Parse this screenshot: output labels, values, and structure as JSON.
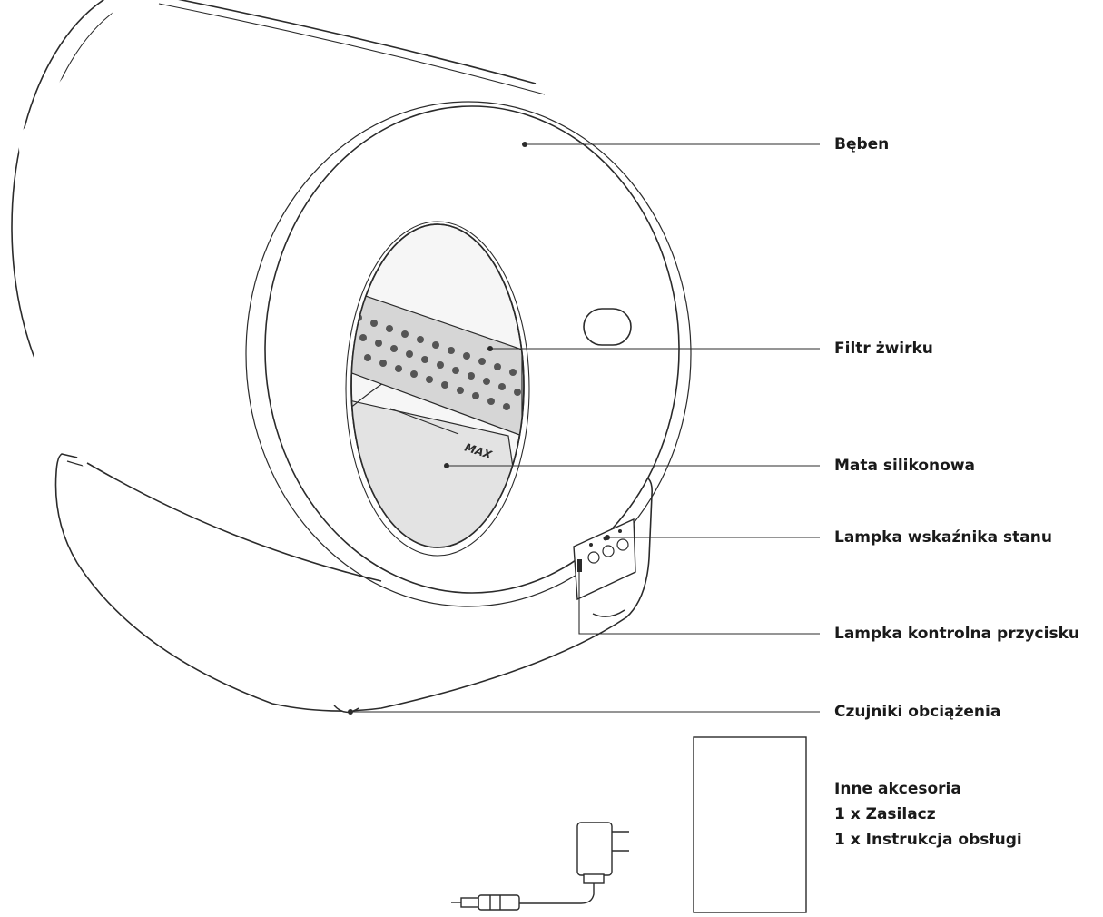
{
  "labels": {
    "drum": "Bęben",
    "filter": "Filtr żwirku",
    "mat": "Mata silikonowa",
    "status_light": "Lampka wskaźnika stanu",
    "button_light": "Lampka kontrolna przycisku",
    "load_sensors": "Czujniki obciążenia"
  },
  "accessories": {
    "title": "Inne akcesoria",
    "items": [
      "1 x Zasilacz",
      "1 x Instrukcja obsługi"
    ]
  },
  "mat_marker": "MAX",
  "colors": {
    "line": "#2b2b2b",
    "mat_fill": "#e3e3e3",
    "filter_fill": "#d6d6d6",
    "filter_teeth": "#555555"
  }
}
